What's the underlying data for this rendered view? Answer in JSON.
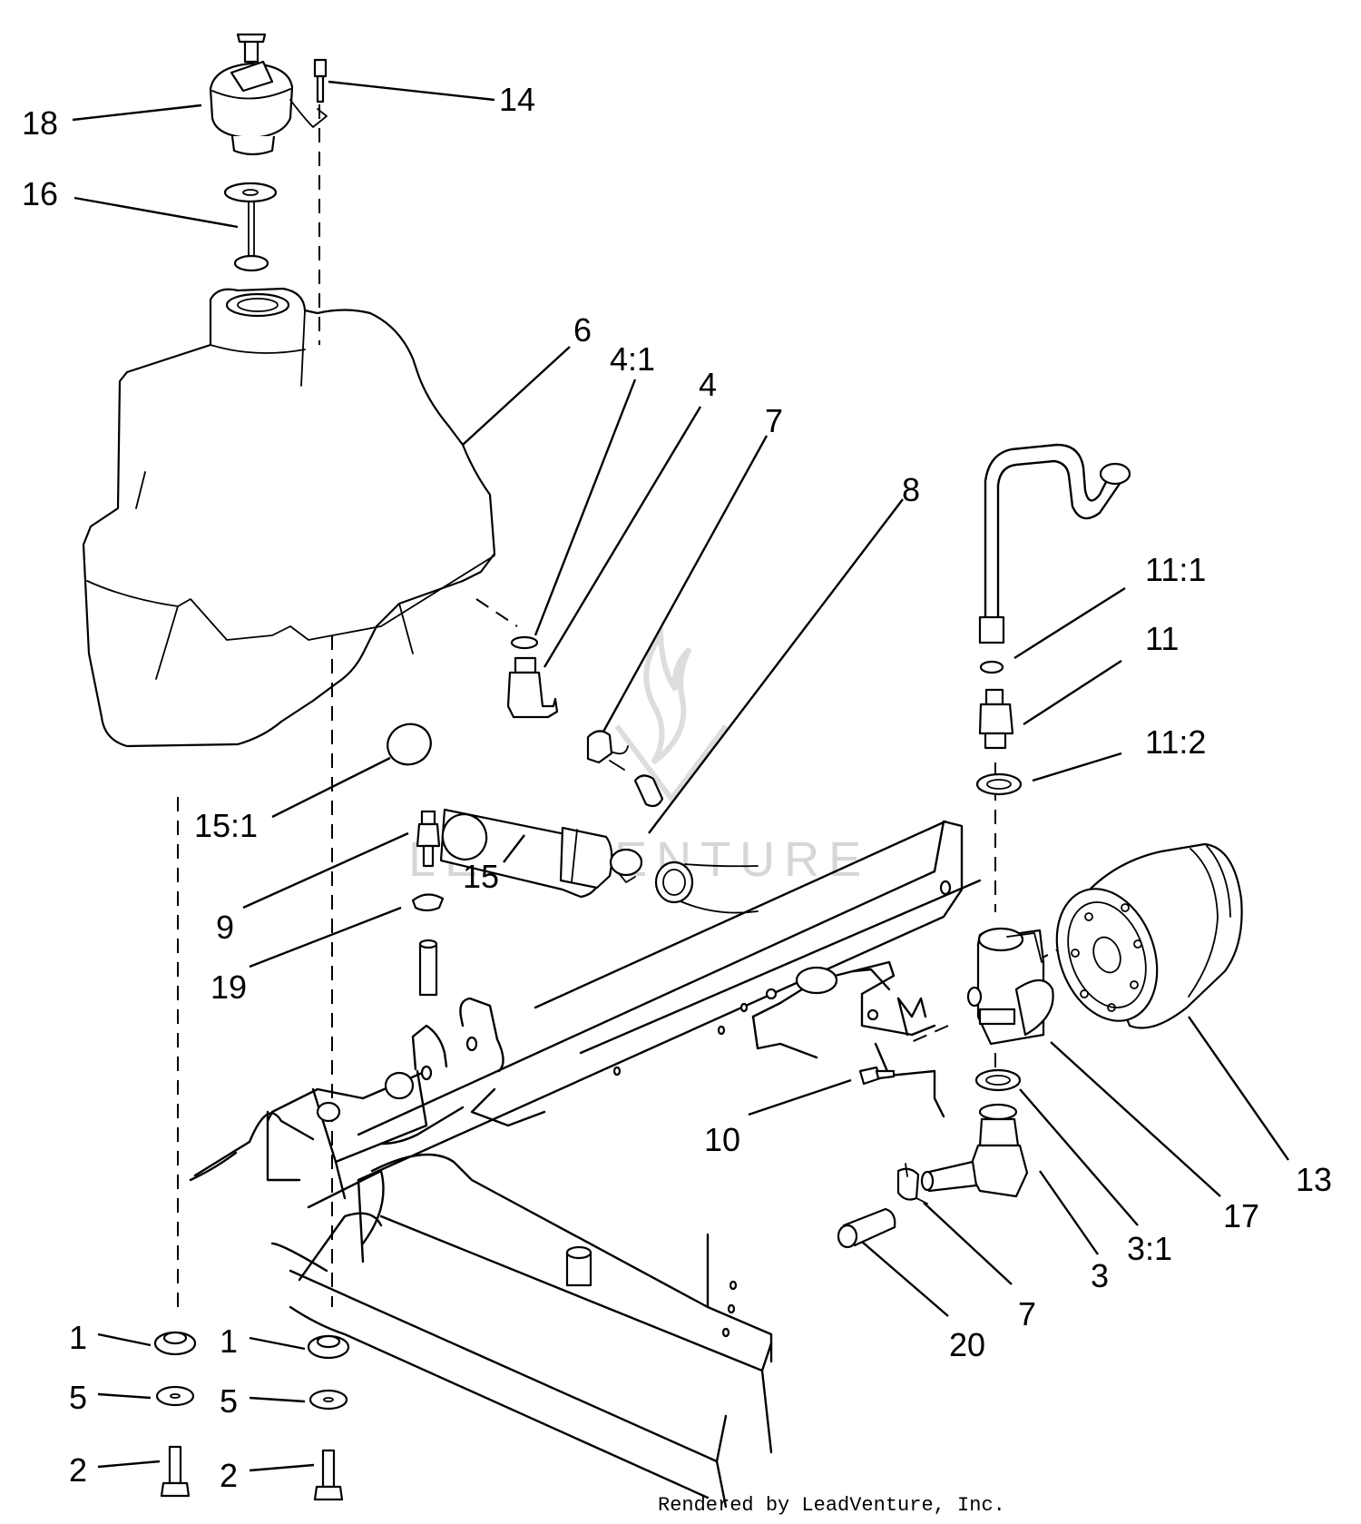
{
  "watermark": "LEADVENTURE",
  "credit": "Rendered by LeadVenture, Inc.",
  "labels": [
    {
      "id": "18",
      "text": "18"
    },
    {
      "id": "14",
      "text": "14"
    },
    {
      "id": "16",
      "text": "16"
    },
    {
      "id": "6",
      "text": "6"
    },
    {
      "id": "4-1",
      "text": "4:1"
    },
    {
      "id": "4",
      "text": "4"
    },
    {
      "id": "7a",
      "text": "7"
    },
    {
      "id": "8",
      "text": "8"
    },
    {
      "id": "11-1",
      "text": "11:1"
    },
    {
      "id": "11",
      "text": "11"
    },
    {
      "id": "11-2",
      "text": "11:2"
    },
    {
      "id": "15-1",
      "text": "15:1"
    },
    {
      "id": "15",
      "text": "15"
    },
    {
      "id": "9",
      "text": "9"
    },
    {
      "id": "19",
      "text": "19"
    },
    {
      "id": "10",
      "text": "10"
    },
    {
      "id": "13",
      "text": "13"
    },
    {
      "id": "17",
      "text": "17"
    },
    {
      "id": "3-1",
      "text": "3:1"
    },
    {
      "id": "3",
      "text": "3"
    },
    {
      "id": "7b",
      "text": "7"
    },
    {
      "id": "20",
      "text": "20"
    },
    {
      "id": "1a",
      "text": "1"
    },
    {
      "id": "1b",
      "text": "1"
    },
    {
      "id": "5a",
      "text": "5"
    },
    {
      "id": "5b",
      "text": "5"
    },
    {
      "id": "2a",
      "text": "2"
    },
    {
      "id": "2b",
      "text": "2"
    }
  ]
}
